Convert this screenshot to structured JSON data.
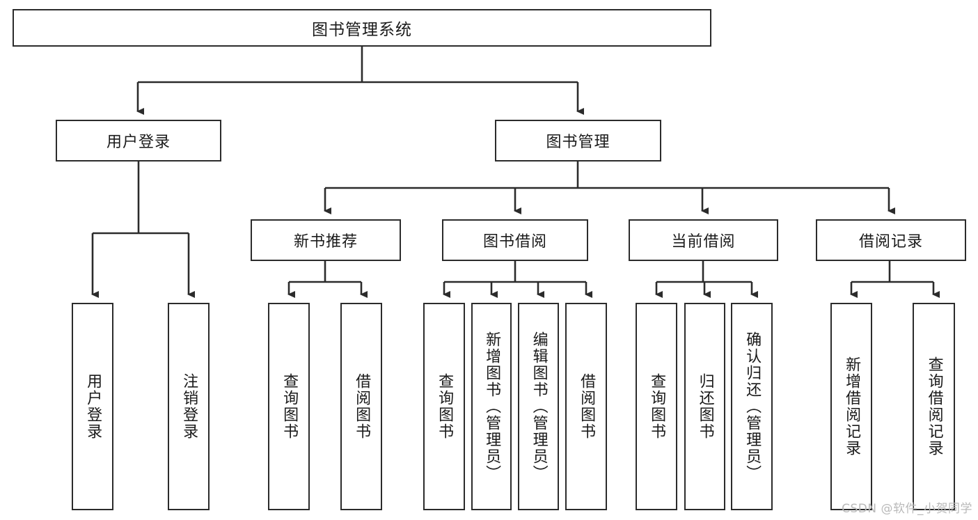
{
  "diagram": {
    "title": "图书管理系统",
    "type": "hierarchy-tree",
    "watermark": "CSDN @软件_小贺同学",
    "colors": {
      "stroke": "#2b2b2b",
      "fill": "#ffffff",
      "text": "#1a1a1a",
      "watermark": "#b9b9b9"
    },
    "levels": {
      "root": {
        "label": "图书管理系统"
      },
      "level2": [
        {
          "label": "用户登录"
        },
        {
          "label": "图书管理"
        }
      ],
      "level3": [
        {
          "label": "新书推荐"
        },
        {
          "label": "图书借阅"
        },
        {
          "label": "当前借阅"
        },
        {
          "label": "借阅记录"
        }
      ],
      "leaves": {
        "user_login": [
          {
            "label": "用户登录"
          },
          {
            "label": "注销登录"
          }
        ],
        "new_book": [
          {
            "label": "查询图书"
          },
          {
            "label": "借阅图书"
          }
        ],
        "book_borrow": [
          {
            "label": "查询图书"
          },
          {
            "label": "新增图书（管理员）"
          },
          {
            "label": "编辑图书（管理员）"
          },
          {
            "label": "借阅图书"
          }
        ],
        "current_borrow": [
          {
            "label": "查询图书"
          },
          {
            "label": "归还图书"
          },
          {
            "label": "确认归还（管理员）"
          }
        ],
        "borrow_record": [
          {
            "label": "新增借阅记录"
          },
          {
            "label": "查询借阅记录"
          }
        ]
      }
    }
  }
}
